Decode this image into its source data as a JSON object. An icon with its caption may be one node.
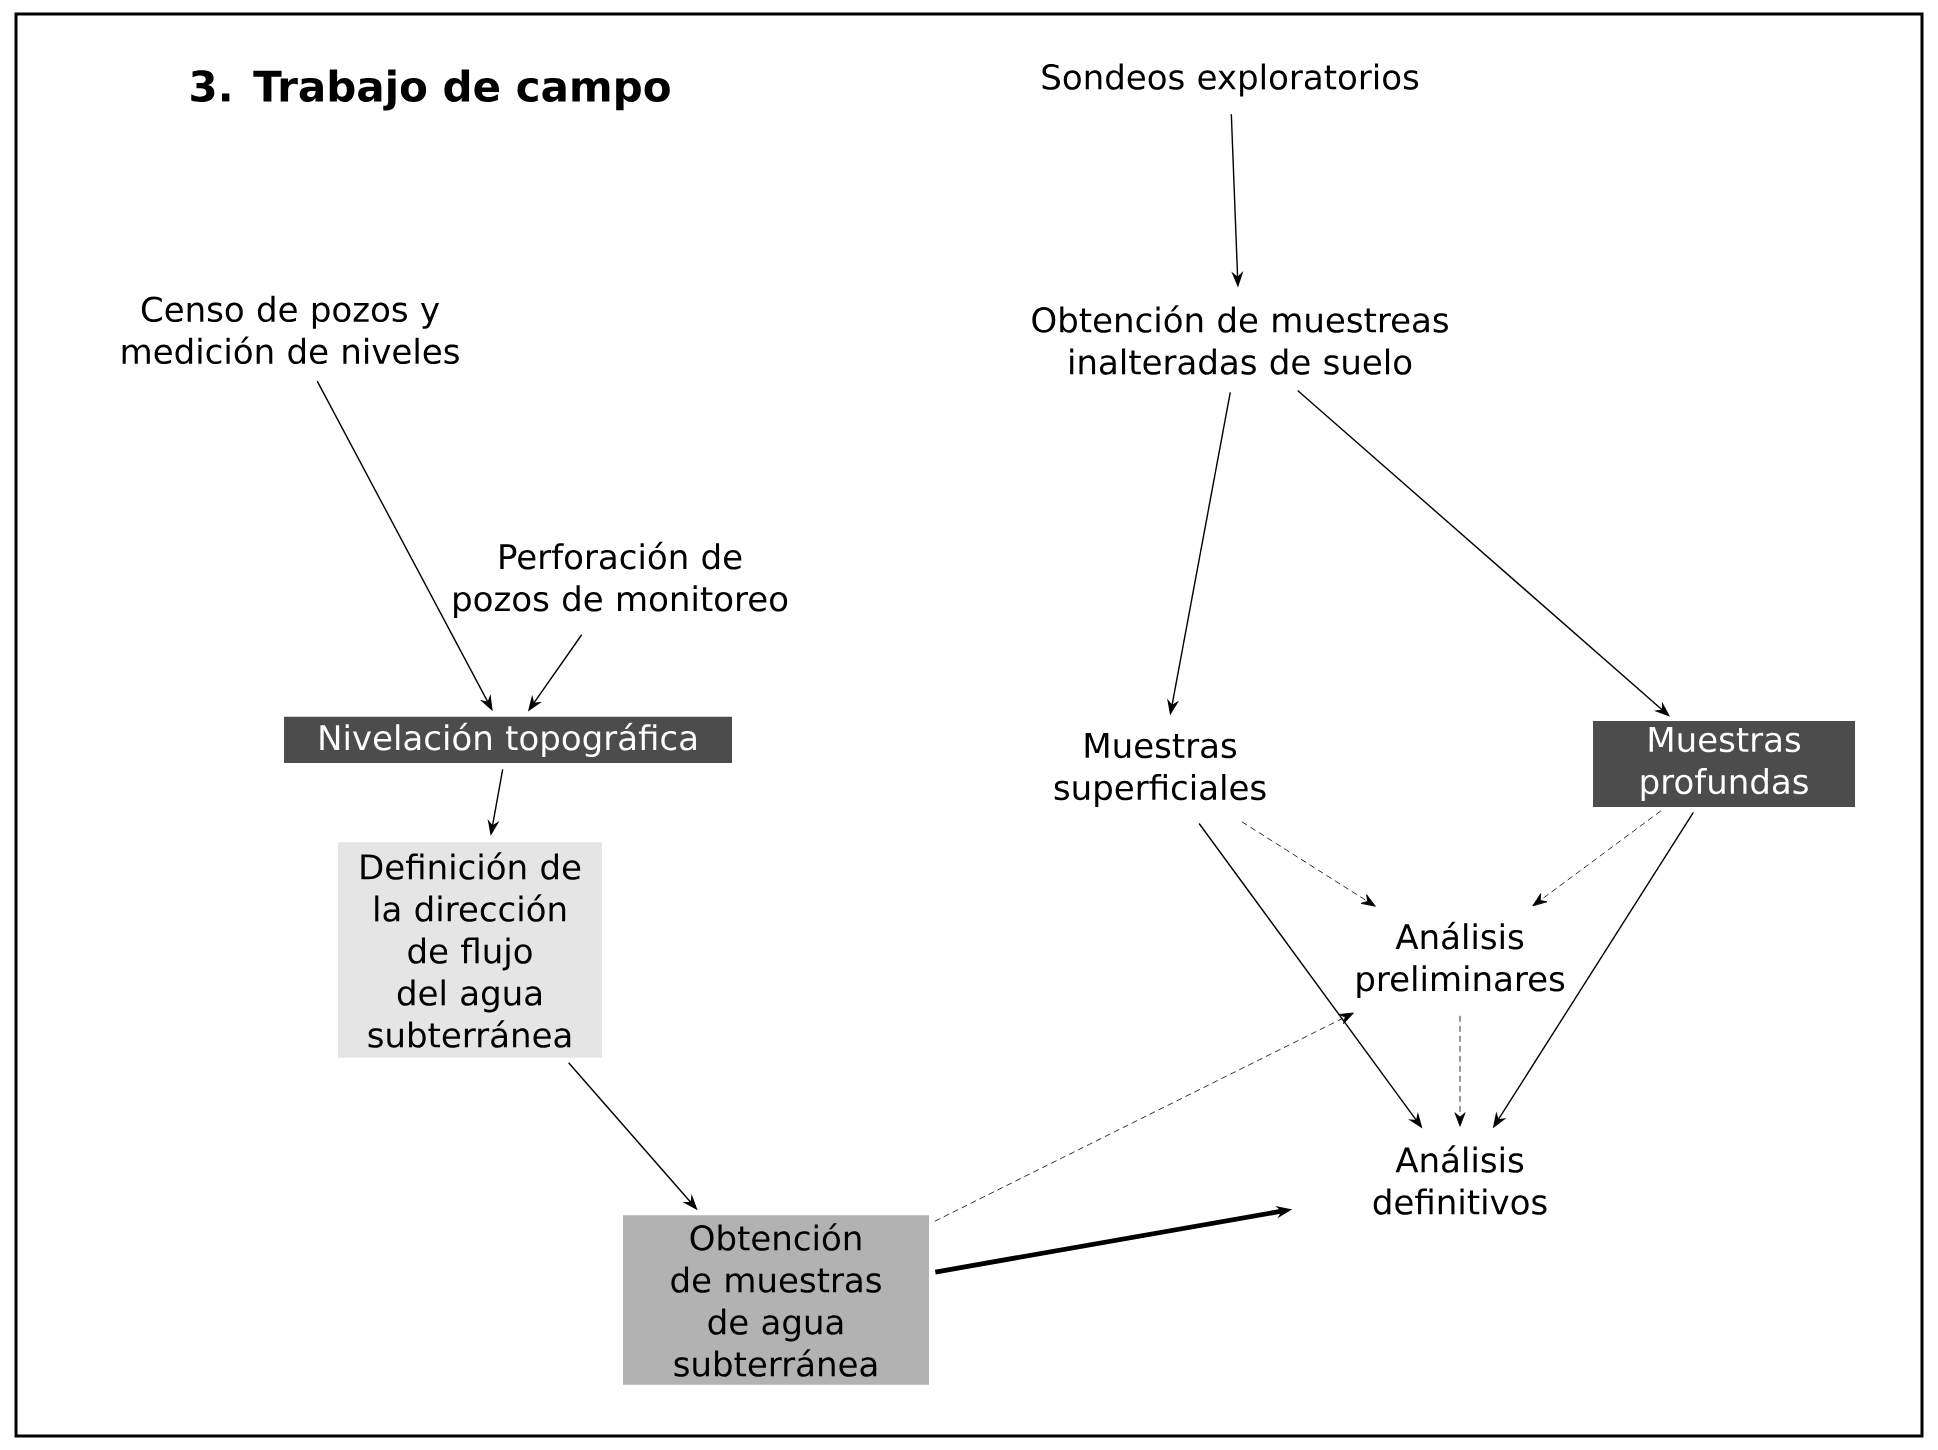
{
  "diagram": {
    "title": "3. Trabajo de campo",
    "nodes": [
      {
        "text": [
          "Censo de pozos y medición de niveles"
        ]
      },
      {
        "text": [
          "Perforación de pozos de monitoreo"
        ]
      },
      {
        "text": [
          "Nivelación topográfica"
        ]
      },
      {
        "text": [
          "Definición de la dirección de flujo del agua subterránea"
        ]
      },
      {
        "text": [
          "Obtención de muestras de agua subterránea"
        ]
      },
      {
        "text": [
          "Sondeos exploratorios"
        ]
      },
      {
        "text": [
          "Obtención de muestreas inalteradas de suelo"
        ]
      },
      {
        "text": [
          "Muestras superficiales"
        ]
      },
      {
        "text": [
          "Muestras profundas"
        ]
      },
      {
        "text": [
          "Análisis preliminares"
        ]
      },
      {
        "text": [
          "Análisis definitivos"
        ]
      }
    ],
    "edges": [
      {
        "from": 0,
        "to": 2,
        "arrow": "to"
      },
      {
        "from": 1,
        "to": 2,
        "arrow": "to"
      },
      {
        "from": 2,
        "to": 3,
        "arrow": "to"
      },
      {
        "from": 3,
        "to": 4,
        "arrow": "to"
      },
      {
        "from": 5,
        "to": 6,
        "arrow": "to"
      },
      {
        "from": 6,
        "to": 7,
        "arrow": "to"
      },
      {
        "from": 6,
        "to": 8,
        "arrow": "to"
      },
      {
        "from": 7,
        "to": 9,
        "arrow": "to",
        "style": "dashed"
      },
      {
        "from": 8,
        "to": 9,
        "arrow": "to",
        "style": "dashed"
      },
      {
        "from": 7,
        "to": 10,
        "arrow": "to"
      },
      {
        "from": 8,
        "to": 10,
        "arrow": "to"
      },
      {
        "from": 9,
        "to": 10,
        "arrow": "to",
        "style": "dashed"
      },
      {
        "from": 4,
        "to": 9,
        "arrow": "to",
        "style": "dashed"
      },
      {
        "from": 4,
        "to": 10,
        "arrow": "to",
        "style": "thick"
      }
    ]
  }
}
